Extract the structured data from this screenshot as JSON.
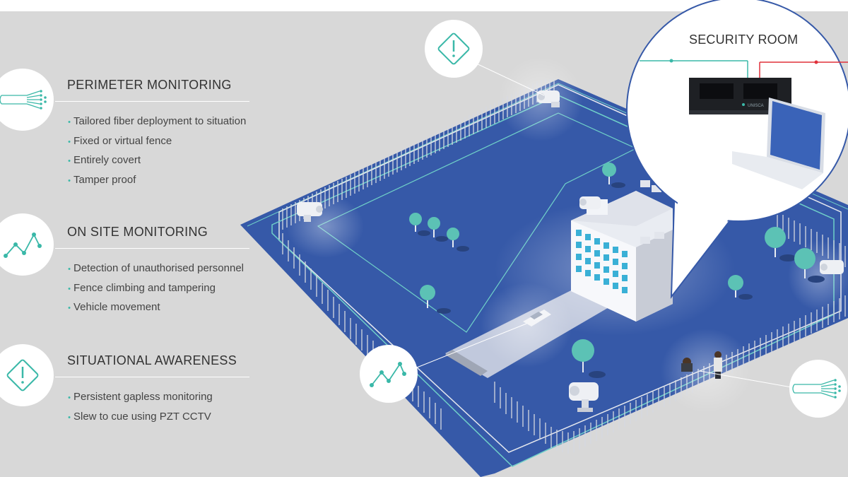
{
  "colors": {
    "background": "#d8d8d8",
    "ground": "#3659a8",
    "accent": "#3ab8a8",
    "text": "#333333",
    "alert_line": "#e0303a"
  },
  "panels": [
    {
      "title": "PERIMETER MONITORING",
      "icon": "fiber-optic-icon",
      "bullets": [
        "Tailored fiber deployment to situation",
        "Fixed or virtual fence",
        "Entirely covert",
        "Tamper proof"
      ]
    },
    {
      "title": "ON SITE MONITORING",
      "icon": "line-graph-icon",
      "bullets": [
        "Detection of unauthorised personnel",
        "Fence climbing and tampering",
        "Vehicle movement"
      ]
    },
    {
      "title": "SITUATIONAL AWARENESS",
      "icon": "warning-icon",
      "bullets": [
        "Persistent gapless monitoring",
        "Slew to cue using PZT CCTV"
      ]
    }
  ],
  "security_room": {
    "title": "SECURITY ROOM",
    "device_brand": "UNISCA"
  }
}
